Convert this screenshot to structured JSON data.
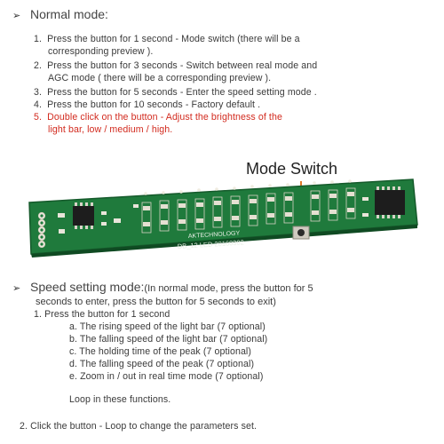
{
  "normal": {
    "bullet": "➢",
    "title": "Normal mode:",
    "items": [
      {
        "num": "1.",
        "text": "Press the button for 1 second    - Mode switch (there will be a",
        "cont": "corresponding preview )."
      },
      {
        "num": "2.",
        "text": "Press the button for 3 seconds  - Switch between  real mode and",
        "cont": "AGC mode  ( there will be a corresponding preview )."
      },
      {
        "num": "3.",
        "text": "Press the button for 5 seconds  - Enter the speed setting mode ."
      },
      {
        "num": "4.",
        "text": "Press the button for 10 seconds  - Factory default ."
      },
      {
        "num": "5.",
        "text": "Double click on the button         - Adjust the brightness of the",
        "cont": "light bar, low / medium / high."
      }
    ]
  },
  "board": {
    "callout": "Mode Switch",
    "silk_line1": "AKTECHNOLOGY",
    "silk_line2": "DB_12 LED  20160302",
    "colors": {
      "pcb": "#1f7a3c",
      "pcb_edge": "#155a2b",
      "arrow": "#e07a2a",
      "pad": "#e9e5da",
      "chip": "#1d1d1d"
    }
  },
  "speed": {
    "bullet": "➢",
    "title": "Speed setting mode:",
    "intro": "(In normal mode, press the button for 5",
    "intro_cont": "seconds to enter, press the button for 5 seconds to exit)",
    "step1": "1.  Press the button for 1 second",
    "subitems": [
      "a.  The rising speed of the light bar (7 optional)",
      "b.  The falling speed of the light bar (7 optional)",
      "c.  The holding time of the peak (7 optional)",
      "d.  The falling speed of the peak (7 optional)",
      "e.  Zoom in / out in real time mode (7 optional)"
    ],
    "loop": "Loop in these functions.",
    "step2": "2.  Click the button - Loop to change the parameters set."
  }
}
